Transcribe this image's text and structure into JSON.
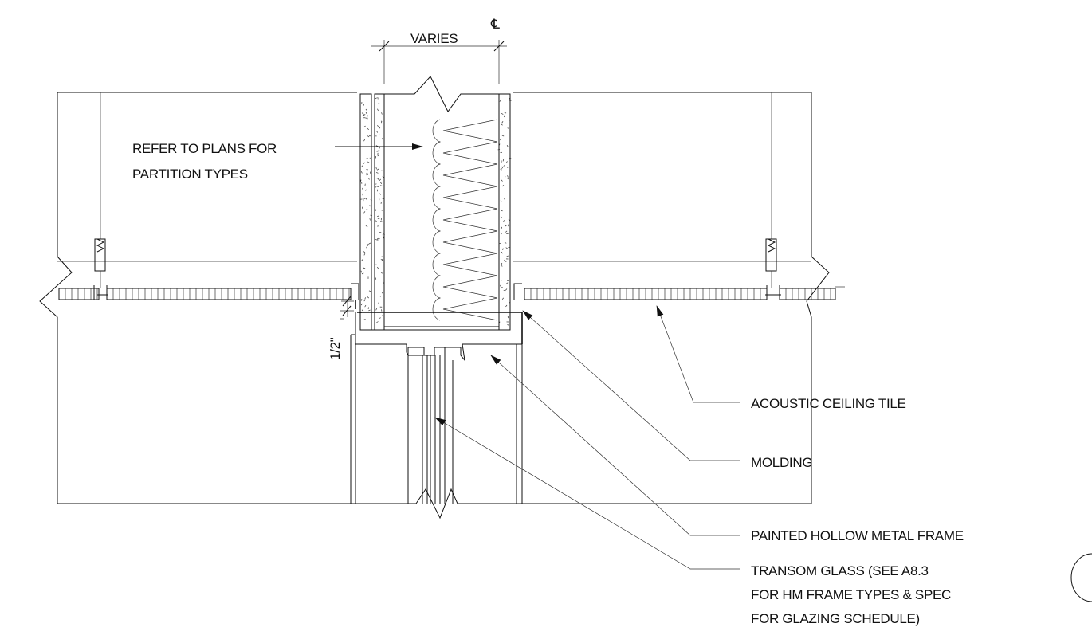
{
  "labels": {
    "varies": "VARIES",
    "centerline": "℄",
    "refer_line1": "REFER TO PLANS FOR",
    "refer_line2": "PARTITION TYPES",
    "half_inch": "1/2\"",
    "acoustic": "ACOUSTIC CEILING TILE",
    "molding": "MOLDING",
    "frame": "PAINTED HOLLOW METAL FRAME",
    "transom_line1": "TRANSOM GLASS (SEE A8.3",
    "transom_line2": "FOR HM FRAME TYPES & SPEC",
    "transom_line3": "FOR GLAZING SCHEDULE)"
  },
  "colors": {
    "line": "#111111",
    "background": "#ffffff"
  }
}
